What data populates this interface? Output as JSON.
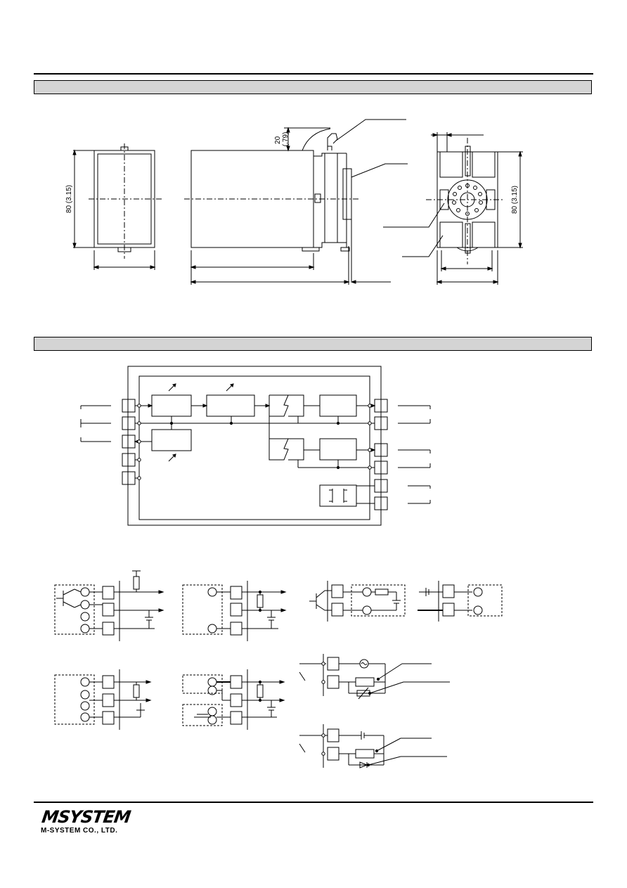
{
  "dimensions": {
    "height_label": "80 (3.15)",
    "clearance_label": "20\n(.79)",
    "socket_height_label": "80 (3.15)"
  },
  "brand": {
    "logo_text": "MSYSTEM",
    "company_name": "M-SYSTEM CO., LTD."
  }
}
